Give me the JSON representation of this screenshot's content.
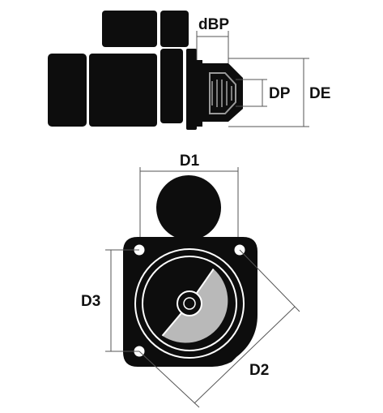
{
  "labels": {
    "dbp": "dBP",
    "dp": "DP",
    "de": "DE",
    "d1": "D1",
    "d2": "D2",
    "d3": "D3"
  },
  "colors": {
    "ink": "#0d0d0d",
    "line": "#555555",
    "grey": "#b9b9b9",
    "background": "#ffffff"
  }
}
